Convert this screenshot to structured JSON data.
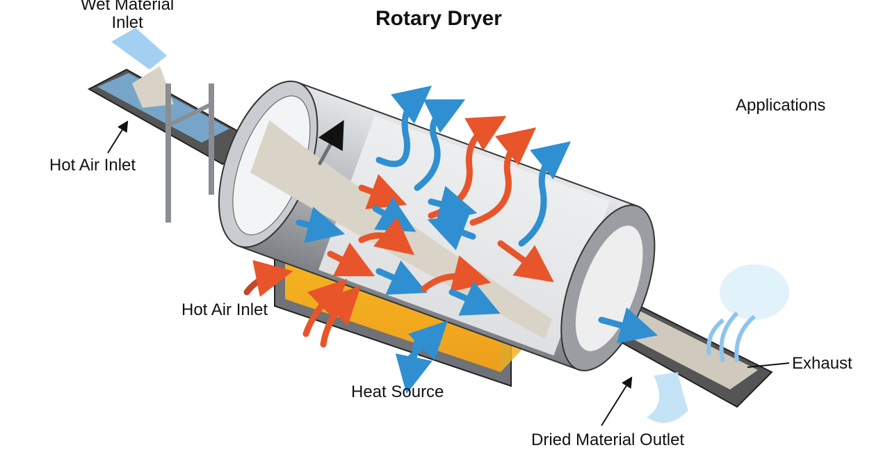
{
  "title": "Rotary Dryer",
  "labels": {
    "wet_material_inlet_line1": "Wet Material",
    "wet_material_inlet_line2": "Inlet",
    "hot_air_inlet_top": "Hot Air Inlet",
    "hot_air_inlet_bottom": "Hot Air Inlet",
    "heat_source": "Heat Source",
    "exhaust": "Exhaust",
    "dried_material_outlet": "Dried Material Outlet",
    "applications": "Applications"
  },
  "colors": {
    "hot": "#e8552a",
    "cool": "#2f8fd0",
    "steel": "#b8bcc0",
    "fire": "#f29a1f"
  }
}
